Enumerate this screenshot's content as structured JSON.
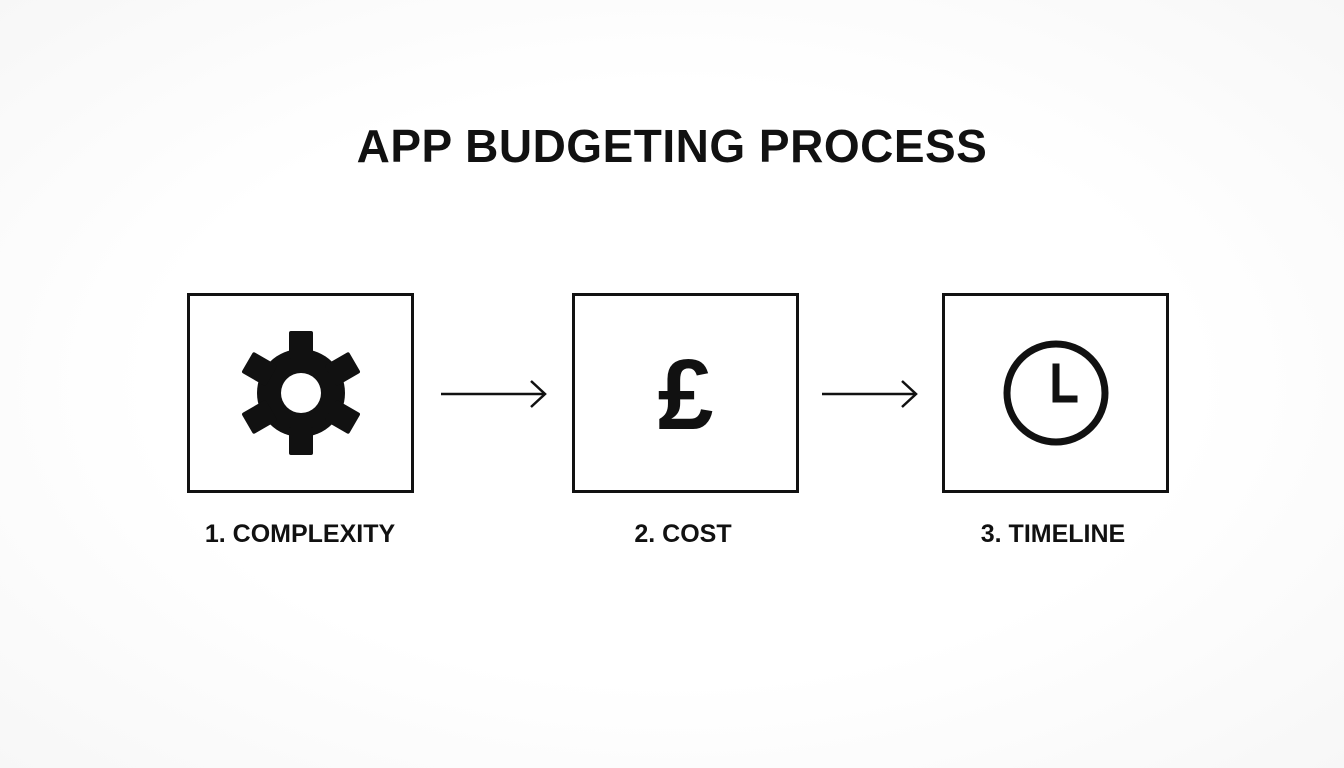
{
  "diagram": {
    "title": "APP BUDGETING PROCESS",
    "steps": [
      {
        "label": "1. COMPLEXITY",
        "icon": "gear-icon"
      },
      {
        "label": "2. COST",
        "icon": "pound-sign-icon",
        "symbol": "£"
      },
      {
        "label": "3. TIMELINE",
        "icon": "clock-icon"
      }
    ],
    "connectors": [
      "arrow-right-icon",
      "arrow-right-icon"
    ],
    "colors": {
      "ink": "#111111",
      "background": "#ffffff"
    }
  }
}
